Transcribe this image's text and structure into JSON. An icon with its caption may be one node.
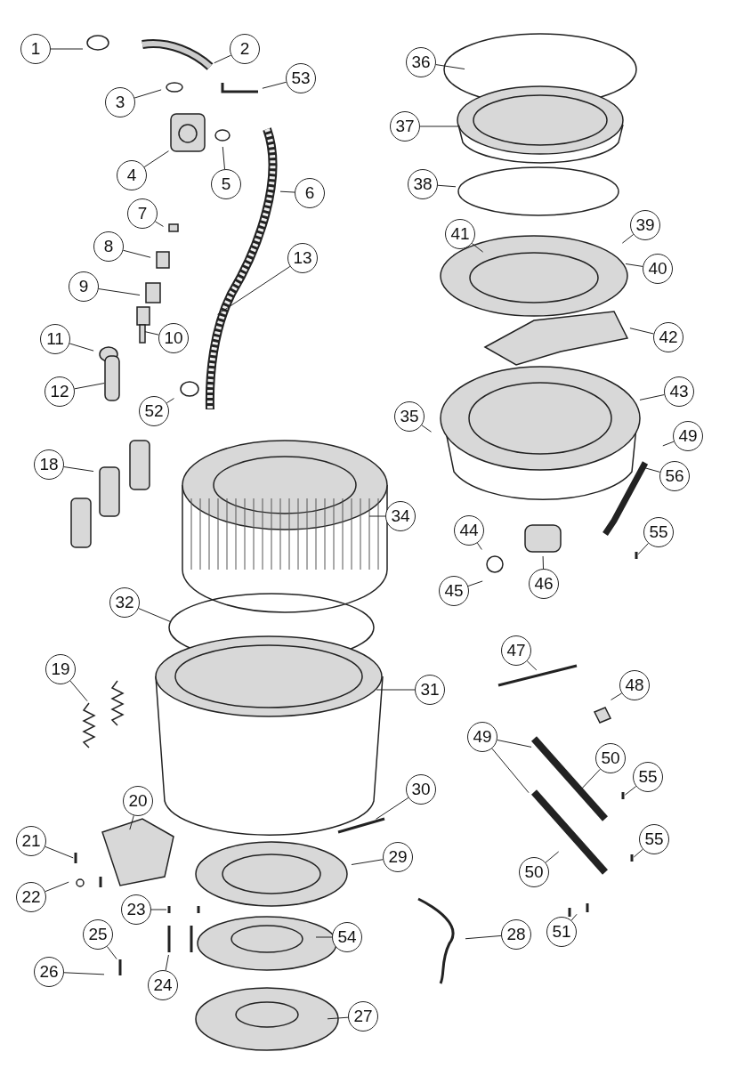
{
  "diagram": {
    "nodes": [
      {
        "text": [
          "1"
        ]
      },
      {
        "text": [
          "2"
        ]
      },
      {
        "text": [
          "3"
        ]
      },
      {
        "text": [
          "53"
        ]
      },
      {
        "text": [
          "4"
        ]
      },
      {
        "text": [
          "5"
        ]
      },
      {
        "text": [
          "6"
        ]
      },
      {
        "text": [
          "7"
        ]
      },
      {
        "text": [
          "8"
        ]
      },
      {
        "text": [
          "9"
        ]
      },
      {
        "text": [
          "10"
        ]
      },
      {
        "text": [
          "11"
        ]
      },
      {
        "text": [
          "13"
        ]
      },
      {
        "text": [
          "12"
        ]
      },
      {
        "text": [
          "52"
        ]
      },
      {
        "text": [
          "18"
        ]
      },
      {
        "text": [
          "34"
        ]
      },
      {
        "text": [
          "32"
        ]
      },
      {
        "text": [
          "19"
        ]
      },
      {
        "text": [
          "31"
        ]
      },
      {
        "text": [
          "20"
        ]
      },
      {
        "text": [
          "30"
        ]
      },
      {
        "text": [
          "21"
        ]
      },
      {
        "text": [
          "29"
        ]
      },
      {
        "text": [
          "22"
        ]
      },
      {
        "text": [
          "23"
        ]
      },
      {
        "text": [
          "25"
        ]
      },
      {
        "text": [
          "54"
        ]
      },
      {
        "text": [
          "26"
        ]
      },
      {
        "text": [
          "24"
        ]
      },
      {
        "text": [
          "27"
        ]
      },
      {
        "text": [
          "36"
        ]
      },
      {
        "text": [
          "37"
        ]
      },
      {
        "text": [
          "38"
        ]
      },
      {
        "text": [
          "39"
        ]
      },
      {
        "text": [
          "41"
        ]
      },
      {
        "text": [
          "40"
        ]
      },
      {
        "text": [
          "42"
        ]
      },
      {
        "text": [
          "43"
        ]
      },
      {
        "text": [
          "35"
        ]
      },
      {
        "text": [
          "49"
        ]
      },
      {
        "text": [
          "56"
        ]
      },
      {
        "text": [
          "44"
        ]
      },
      {
        "text": [
          "55"
        ]
      },
      {
        "text": [
          "46"
        ]
      },
      {
        "text": [
          "45"
        ]
      },
      {
        "text": [
          "47"
        ]
      },
      {
        "text": [
          "48"
        ]
      },
      {
        "text": [
          "49"
        ]
      },
      {
        "text": [
          "50"
        ]
      },
      {
        "text": [
          "55"
        ]
      },
      {
        "text": [
          "55"
        ]
      },
      {
        "text": [
          "50"
        ]
      },
      {
        "text": [
          "51"
        ]
      },
      {
        "text": [
          "28"
        ]
      }
    ],
    "edges": [
      {
        "from": 0,
        "to": null,
        "arrow": "none"
      },
      {
        "from": 1,
        "to": null,
        "arrow": "none"
      },
      {
        "from": 2,
        "to": null,
        "arrow": "none"
      },
      {
        "from": 3,
        "to": null,
        "arrow": "none"
      },
      {
        "from": 4,
        "to": null,
        "arrow": "none"
      },
      {
        "from": 5,
        "to": null,
        "arrow": "none"
      },
      {
        "from": 6,
        "to": null,
        "arrow": "none"
      },
      {
        "from": 7,
        "to": null,
        "arrow": "none"
      },
      {
        "from": 8,
        "to": null,
        "arrow": "none"
      },
      {
        "from": 9,
        "to": null,
        "arrow": "none"
      },
      {
        "from": 10,
        "to": null,
        "arrow": "none"
      },
      {
        "from": 11,
        "to": null,
        "arrow": "none"
      },
      {
        "from": 12,
        "to": null,
        "arrow": "none"
      },
      {
        "from": 13,
        "to": null,
        "arrow": "none"
      },
      {
        "from": 14,
        "to": null,
        "arrow": "none"
      },
      {
        "from": 15,
        "to": null,
        "arrow": "none"
      },
      {
        "from": 16,
        "to": null,
        "arrow": "none"
      },
      {
        "from": 17,
        "to": null,
        "arrow": "none"
      },
      {
        "from": 18,
        "to": null,
        "arrow": "none"
      },
      {
        "from": 19,
        "to": null,
        "arrow": "none"
      },
      {
        "from": 20,
        "to": null,
        "arrow": "none"
      },
      {
        "from": 21,
        "to": null,
        "arrow": "none"
      },
      {
        "from": 22,
        "to": null,
        "arrow": "none"
      },
      {
        "from": 23,
        "to": null,
        "arrow": "none"
      },
      {
        "from": 24,
        "to": null,
        "arrow": "none"
      },
      {
        "from": 25,
        "to": null,
        "arrow": "none"
      },
      {
        "from": 26,
        "to": null,
        "arrow": "none"
      },
      {
        "from": 27,
        "to": null,
        "arrow": "none"
      },
      {
        "from": 28,
        "to": null,
        "arrow": "none"
      },
      {
        "from": 29,
        "to": null,
        "arrow": "none"
      },
      {
        "from": 30,
        "to": null,
        "arrow": "none"
      },
      {
        "from": 31,
        "to": null,
        "arrow": "none"
      },
      {
        "from": 32,
        "to": null,
        "arrow": "none"
      },
      {
        "from": 33,
        "to": null,
        "arrow": "none"
      },
      {
        "from": 34,
        "to": null,
        "arrow": "none"
      },
      {
        "from": 35,
        "to": null,
        "arrow": "none"
      },
      {
        "from": 36,
        "to": null,
        "arrow": "none"
      },
      {
        "from": 37,
        "to": null,
        "arrow": "none"
      },
      {
        "from": 38,
        "to": null,
        "arrow": "none"
      },
      {
        "from": 39,
        "to": null,
        "arrow": "none"
      },
      {
        "from": 40,
        "to": null,
        "arrow": "none"
      },
      {
        "from": 41,
        "to": null,
        "arrow": "none"
      },
      {
        "from": 42,
        "to": null,
        "arrow": "none"
      },
      {
        "from": 43,
        "to": null,
        "arrow": "none"
      },
      {
        "from": 44,
        "to": null,
        "arrow": "none"
      },
      {
        "from": 45,
        "to": null,
        "arrow": "none"
      },
      {
        "from": 46,
        "to": null,
        "arrow": "none"
      },
      {
        "from": 47,
        "to": null,
        "arrow": "none"
      },
      {
        "from": 48,
        "to": null,
        "arrow": "none"
      },
      {
        "from": 48,
        "to": null,
        "arrow": "none"
      },
      {
        "from": 49,
        "to": null,
        "arrow": "none"
      },
      {
        "from": 50,
        "to": null,
        "arrow": "none"
      },
      {
        "from": 51,
        "to": null,
        "arrow": "none"
      },
      {
        "from": 52,
        "to": null,
        "arrow": "none"
      },
      {
        "from": 53,
        "to": null,
        "arrow": "none"
      },
      {
        "from": 54,
        "to": null,
        "arrow": "none"
      }
    ]
  }
}
